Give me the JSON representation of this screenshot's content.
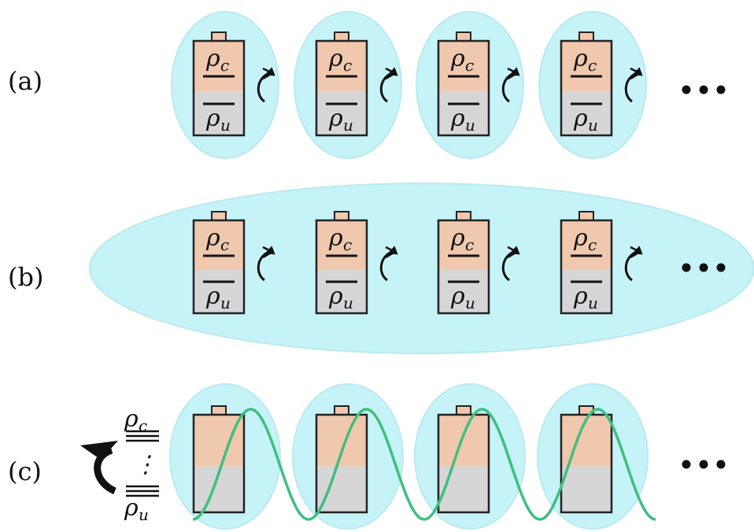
{
  "colors": {
    "ellipse_fill": "#c6f3f8",
    "ellipse_stroke": "#b9e9ee",
    "charged": "#f0c8ae",
    "uncharged": "#d6d6d6",
    "battery_outline": "#222222",
    "wire": "#3fbf7f",
    "ink": "#111111"
  },
  "icons": {
    "arrow": "curved-charging-arrow-icon",
    "ellipsis": "ellipsis-dots-icon"
  },
  "rows": [
    {
      "id": "a",
      "label": "(a)",
      "scheme": "individual",
      "battery_count": 4,
      "battery_levels": [
        "ρc",
        "ρu"
      ],
      "battery_level_labels": {
        "charged": "ρ",
        "charged_sub": "c",
        "uncharged": "ρ",
        "uncharged_sub": "u"
      },
      "continues": true
    },
    {
      "id": "b",
      "label": "(b)",
      "scheme": "global",
      "battery_count": 4,
      "battery_level_labels": {
        "charged": "ρ",
        "charged_sub": "c",
        "uncharged": "ρ",
        "uncharged_sub": "u"
      },
      "continues": true
    },
    {
      "id": "c",
      "label": "(c)",
      "scheme": "collective-entangled",
      "battery_count": 4,
      "side_levels": {
        "top": "ρ",
        "top_sub": "c",
        "bottom": "ρ",
        "bottom_sub": "u",
        "middle": "⋮"
      },
      "continues": true
    }
  ]
}
